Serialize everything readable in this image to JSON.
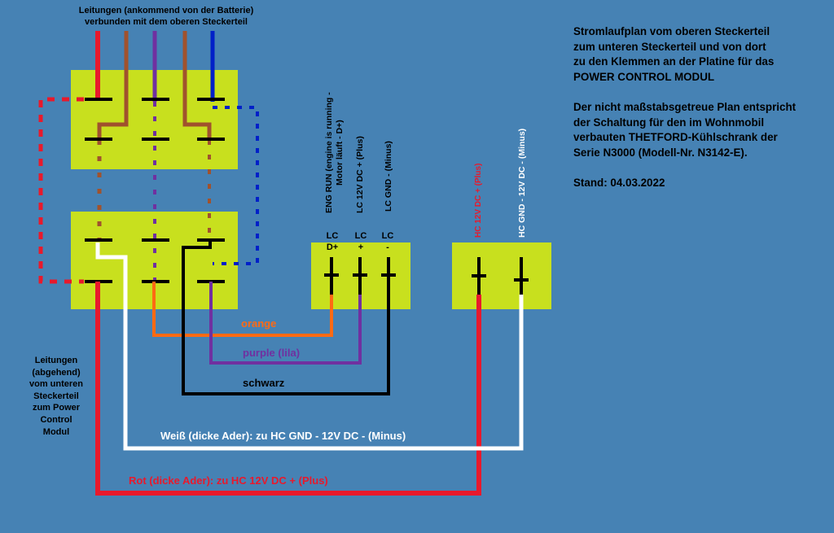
{
  "header": {
    "top_note_line1": "Leitungen (ankommend von der Batterie)",
    "top_note_line2": "verbunden mit dem oberen Steckerteil"
  },
  "info": {
    "para1": [
      "Stromlaufplan vom oberen Steckerteil",
      "zum unteren Steckerteil und von dort",
      "zu den Klemmen an der Platine für das",
      "POWER CONTROL MODUL"
    ],
    "para2": [
      "Der nicht maßstabsgetreue Plan entspricht",
      "der Schaltung für den im Wohnmobil",
      "verbauten THETFORD-Kühlschrank der",
      "Serie N3000 (Modell-Nr. N3142-E)."
    ],
    "stand": "Stand: 04.03.2022"
  },
  "left_note": [
    "Leitungen",
    "(abgehend)",
    "vom unteren",
    "Steckerteil",
    "zum Power",
    "Control",
    "Modul"
  ],
  "lc_terminals": {
    "eng_run_line1": "ENG RUN (engine is running -",
    "eng_run_line2": "Motor läuft - D+)",
    "lc_plus": "LC 12V DC + (Plus)",
    "lc_gnd": "LC GND - (Minus)",
    "term1_top": "LC",
    "term1_bottom": "D+",
    "term2_top": "LC",
    "term2_bottom": "+",
    "term3_top": "LC",
    "term3_bottom": "-"
  },
  "hc_terminals": {
    "hc_plus": "HC 12V DC + (Plus)",
    "hc_gnd": "HC GND - 12V DC - (Minus)"
  },
  "wire_labels": {
    "orange": "orange",
    "purple": "purple (lila)",
    "black": "schwarz",
    "white": "Weiß (dicke Ader): zu HC GND - 12V DC - (Minus)",
    "red": "Rot (dicke Ader): zu HC 12V DC + (Plus)"
  },
  "colors": {
    "background": "#4682b4",
    "connector": "#c8e01e",
    "red": "#e8192c",
    "brown": "#a0522d",
    "purple": "#7030a0",
    "blue": "#0020c8",
    "orange": "#ff6a13",
    "black": "#000000",
    "white": "#ffffff"
  }
}
